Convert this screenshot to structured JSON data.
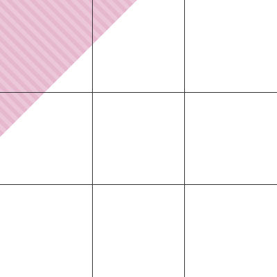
{
  "grid": {
    "rows": 3,
    "columns": 3,
    "line_color": "#333333"
  },
  "shaded_region": {
    "shape": "triangle",
    "corner": "top-left",
    "pattern": "diagonal-stripes",
    "stripe_color_a": "#e6b8d0",
    "stripe_color_b": "#ecc7da"
  }
}
